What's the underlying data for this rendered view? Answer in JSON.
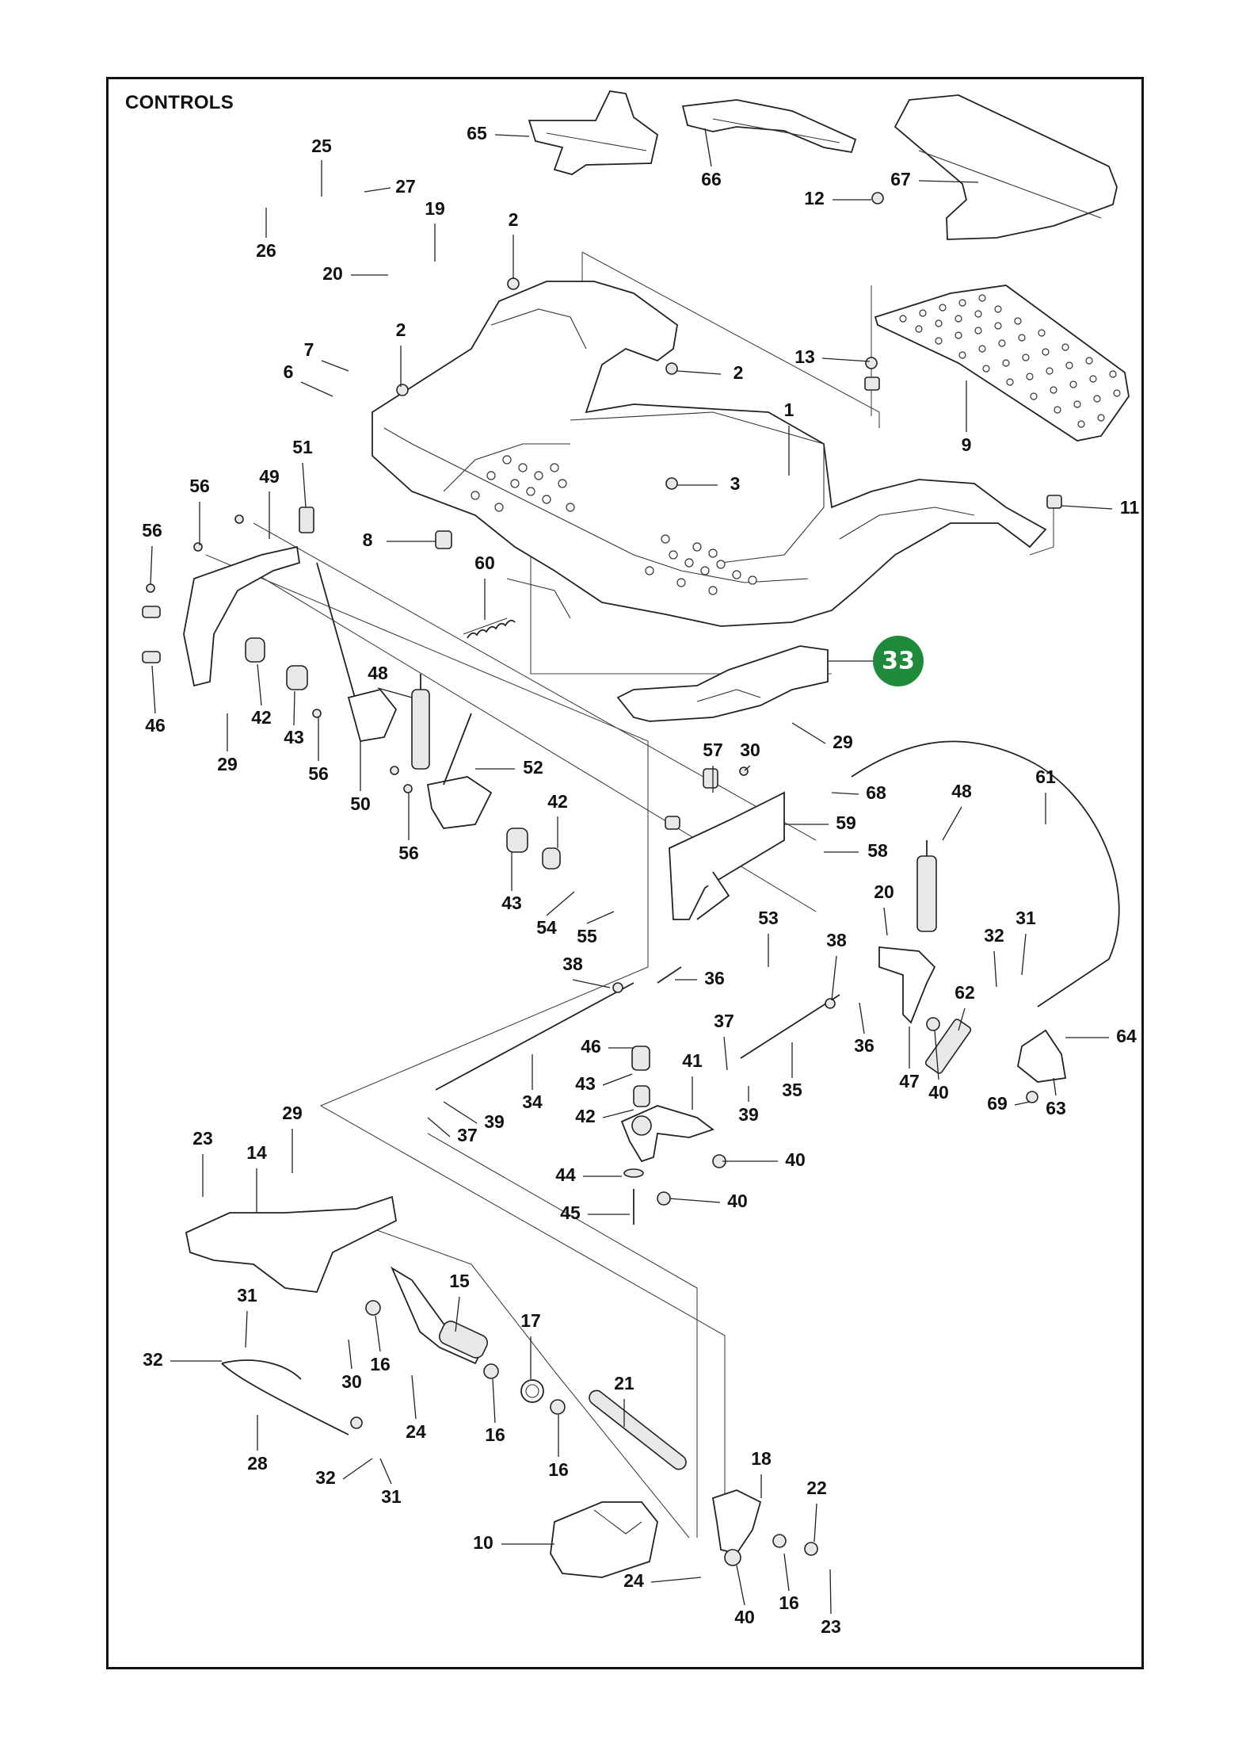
{
  "title": "CONTROLS",
  "page_badge": {
    "text": "33",
    "color": "#1e8a3a"
  },
  "parts": [
    {
      "id": "p65",
      "label": "65"
    },
    {
      "id": "p66",
      "label": "66"
    },
    {
      "id": "p67",
      "label": "67"
    },
    {
      "id": "p25",
      "label": "25"
    },
    {
      "id": "p27",
      "label": "27"
    },
    {
      "id": "p26",
      "label": "26"
    },
    {
      "id": "p19",
      "label": "19"
    },
    {
      "id": "p20a",
      "label": "20"
    },
    {
      "id": "p2a",
      "label": "2"
    },
    {
      "id": "p12",
      "label": "12"
    },
    {
      "id": "p2b",
      "label": "2"
    },
    {
      "id": "p7",
      "label": "7"
    },
    {
      "id": "p6",
      "label": "6"
    },
    {
      "id": "p13",
      "label": "13"
    },
    {
      "id": "p2c",
      "label": "2"
    },
    {
      "id": "p1",
      "label": "1"
    },
    {
      "id": "p9",
      "label": "9"
    },
    {
      "id": "p51",
      "label": "51"
    },
    {
      "id": "p49",
      "label": "49"
    },
    {
      "id": "p56a",
      "label": "56"
    },
    {
      "id": "p3",
      "label": "3"
    },
    {
      "id": "p11",
      "label": "11"
    },
    {
      "id": "p56b",
      "label": "56"
    },
    {
      "id": "p8",
      "label": "8"
    },
    {
      "id": "p60",
      "label": "60"
    },
    {
      "id": "p33",
      "label": "33"
    },
    {
      "id": "p46a",
      "label": "46"
    },
    {
      "id": "p42a",
      "label": "42"
    },
    {
      "id": "p43a",
      "label": "43"
    },
    {
      "id": "p29a",
      "label": "29"
    },
    {
      "id": "p48a",
      "label": "48"
    },
    {
      "id": "p56c",
      "label": "56"
    },
    {
      "id": "p50",
      "label": "50"
    },
    {
      "id": "p29b",
      "label": "29"
    },
    {
      "id": "p57",
      "label": "57"
    },
    {
      "id": "p30a",
      "label": "30"
    },
    {
      "id": "p61",
      "label": "61"
    },
    {
      "id": "p52",
      "label": "52"
    },
    {
      "id": "p68",
      "label": "68"
    },
    {
      "id": "p48b",
      "label": "48"
    },
    {
      "id": "p42b",
      "label": "42"
    },
    {
      "id": "p59",
      "label": "59"
    },
    {
      "id": "p56d",
      "label": "56"
    },
    {
      "id": "p58",
      "label": "58"
    },
    {
      "id": "p43b",
      "label": "43"
    },
    {
      "id": "p54",
      "label": "54"
    },
    {
      "id": "p55",
      "label": "55"
    },
    {
      "id": "p53",
      "label": "53"
    },
    {
      "id": "p20b",
      "label": "20"
    },
    {
      "id": "p38a",
      "label": "38"
    },
    {
      "id": "p36a",
      "label": "36"
    },
    {
      "id": "p38b",
      "label": "38"
    },
    {
      "id": "p32a",
      "label": "32"
    },
    {
      "id": "p31a",
      "label": "31"
    },
    {
      "id": "p62",
      "label": "62"
    },
    {
      "id": "p37a",
      "label": "37"
    },
    {
      "id": "p46b",
      "label": "46"
    },
    {
      "id": "p36b",
      "label": "36"
    },
    {
      "id": "p64",
      "label": "64"
    },
    {
      "id": "p41",
      "label": "41"
    },
    {
      "id": "p43c",
      "label": "43"
    },
    {
      "id": "p35",
      "label": "35"
    },
    {
      "id": "p47",
      "label": "47"
    },
    {
      "id": "p40a",
      "label": "40"
    },
    {
      "id": "p34",
      "label": "34"
    },
    {
      "id": "p42c",
      "label": "42"
    },
    {
      "id": "p39a",
      "label": "39"
    },
    {
      "id": "p39b",
      "label": "39"
    },
    {
      "id": "p69",
      "label": "69"
    },
    {
      "id": "p63",
      "label": "63"
    },
    {
      "id": "p37b",
      "label": "37"
    },
    {
      "id": "p40b",
      "label": "40"
    },
    {
      "id": "p29c",
      "label": "29"
    },
    {
      "id": "p23a",
      "label": "23"
    },
    {
      "id": "p14",
      "label": "14"
    },
    {
      "id": "p44",
      "label": "44"
    },
    {
      "id": "p40c",
      "label": "40"
    },
    {
      "id": "p45",
      "label": "45"
    },
    {
      "id": "p15",
      "label": "15"
    },
    {
      "id": "p31b",
      "label": "31"
    },
    {
      "id": "p17",
      "label": "17"
    },
    {
      "id": "p32b",
      "label": "32"
    },
    {
      "id": "p16a",
      "label": "16"
    },
    {
      "id": "p30b",
      "label": "30"
    },
    {
      "id": "p24a",
      "label": "24"
    },
    {
      "id": "p16b",
      "label": "16"
    },
    {
      "id": "p21",
      "label": "21"
    },
    {
      "id": "p28",
      "label": "28"
    },
    {
      "id": "p16c",
      "label": "16"
    },
    {
      "id": "p32c",
      "label": "32"
    },
    {
      "id": "p31c",
      "label": "31"
    },
    {
      "id": "p18",
      "label": "18"
    },
    {
      "id": "p22",
      "label": "22"
    },
    {
      "id": "p10",
      "label": "10"
    },
    {
      "id": "p24b",
      "label": "24"
    },
    {
      "id": "p40d",
      "label": "40"
    },
    {
      "id": "p16d",
      "label": "16"
    },
    {
      "id": "p23b",
      "label": "23"
    }
  ]
}
